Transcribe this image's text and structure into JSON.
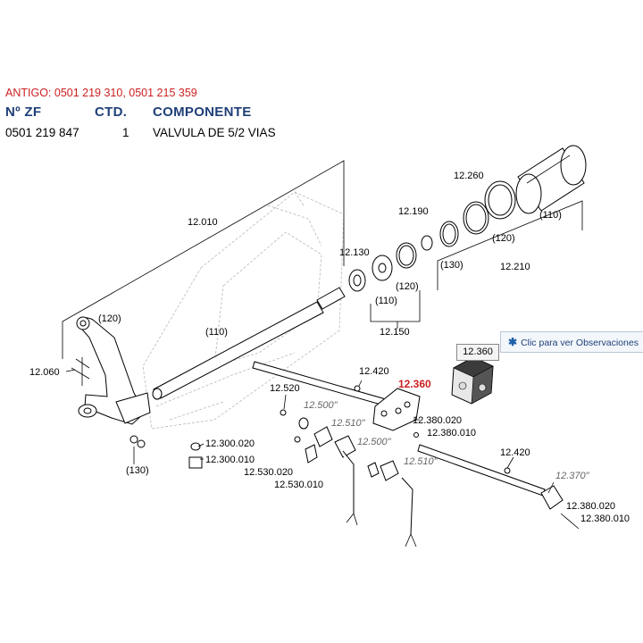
{
  "header": {
    "antigo": "ANTIGO: 0501 219 310, 0501 215 359",
    "col_zf": "Nº ZF",
    "col_ctd": "CTD.",
    "col_comp": "COMPONENTE"
  },
  "row": {
    "zf": "0501 219 847",
    "ctd": "1",
    "comp": "VALVULA DE 5/2 VIAS"
  },
  "tooltip": {
    "icon": "asterisk-icon",
    "text": "Clic para ver Observaciones",
    "thumb_label": "12.360"
  },
  "labels": {
    "l12010": "12.010",
    "l12130": "12.130",
    "l12190": "12.190",
    "l12260": "12.260",
    "l110a": "(110)",
    "l120a": "(120)",
    "l130a": "(130)",
    "l12210": "12.210",
    "l110b": "(110)",
    "l120b": "(120)",
    "l12150": "12.150",
    "l120c": "(120)",
    "l110c": "(110)",
    "l12060": "12.060",
    "l130b": "(130)",
    "l12420a": "12.420",
    "l12360": "12.360",
    "l12520": "12.520",
    "l12500a": "12.500\"",
    "l12510a": "12.510\"",
    "l12380020a": "12.380.020",
    "l12380010a": "12.380.010",
    "l12500b": "12.500\"",
    "l12510b": "12.510\"",
    "l12300020": "12.300.020",
    "l12300010": "12.300.010",
    "l12530020": "12.530.020",
    "l12530010": "12.530.010",
    "l12420b": "12.420",
    "l12370": "12.370\"",
    "l12380020b": "12.380.020",
    "l12380010b": "12.380.010"
  }
}
